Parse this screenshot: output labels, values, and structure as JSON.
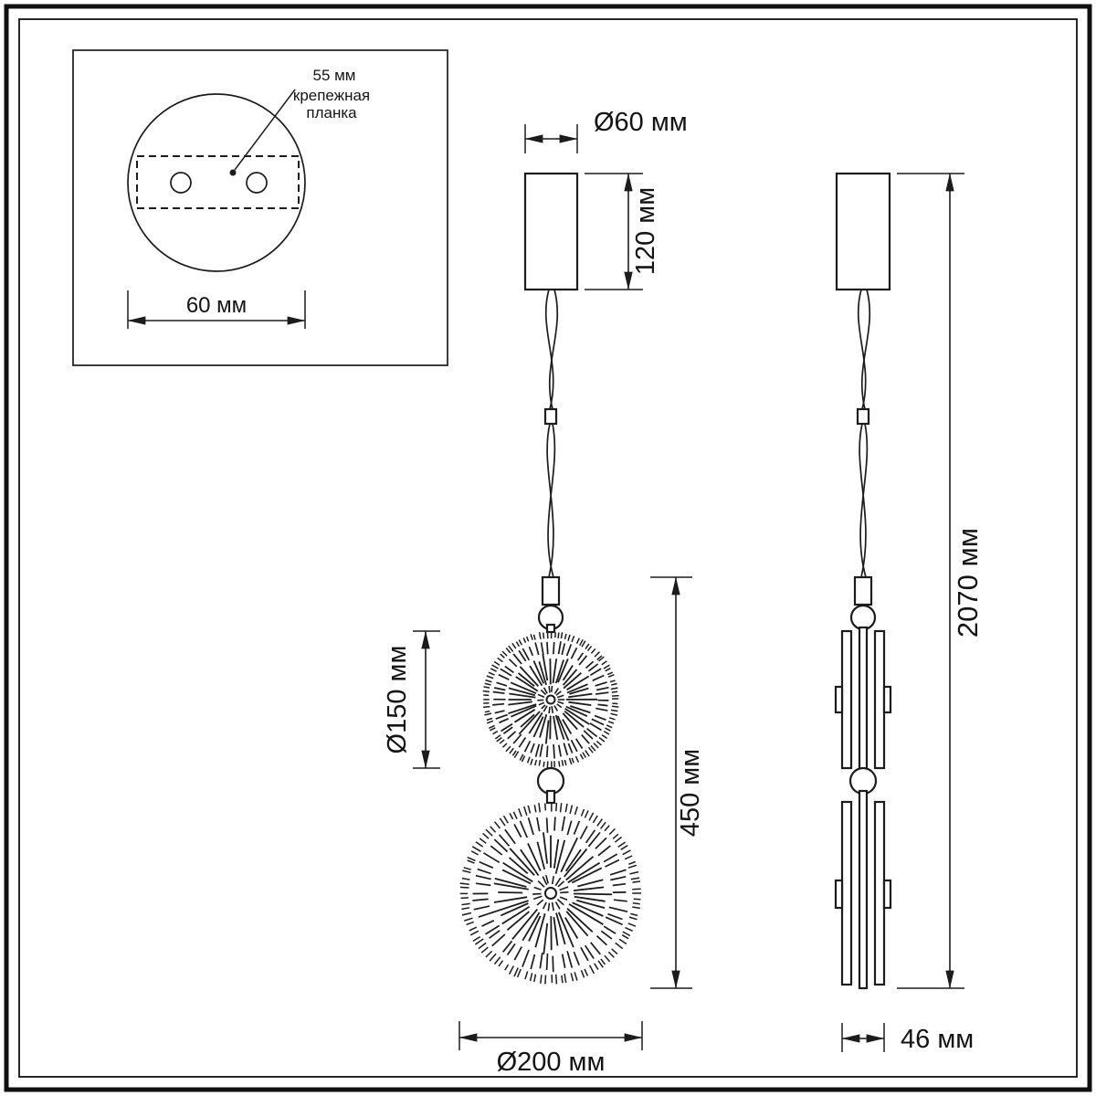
{
  "colors": {
    "line": "#1c1c1c",
    "background": "#ffffff"
  },
  "detail_inset": {
    "hole_spacing_label": "55 мм",
    "plate_label_line1": "крепежная",
    "plate_label_line2": "планка",
    "canopy_diameter_label": "60 мм"
  },
  "front_view": {
    "canopy_diameter_label": "Ø60 мм",
    "canopy_height_label": "120 мм",
    "small_shade_diameter_label": "Ø150 мм",
    "fixture_height_label": "450 мм",
    "large_shade_diameter_label": "Ø200 мм"
  },
  "side_view": {
    "overall_height_label": "2070 мм",
    "shade_thickness_label": "46 мм"
  }
}
